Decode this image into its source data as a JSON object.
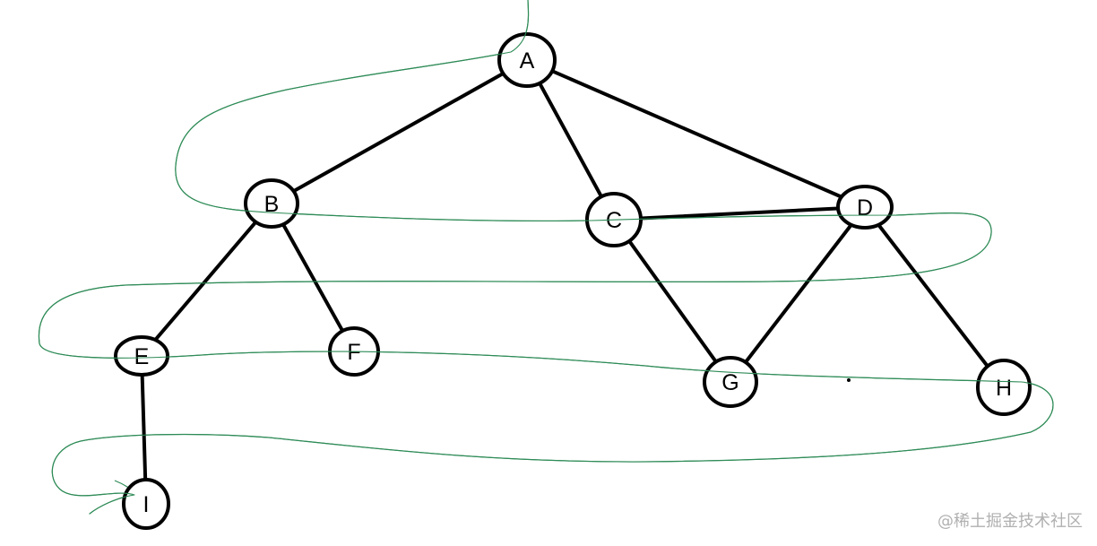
{
  "colors": {
    "edge": "#000000",
    "node_stroke": "#000000",
    "node_fill": "#ffffff",
    "traversal_path": "#2e8b57",
    "watermark": "#b0b0b0"
  },
  "nodes": [
    {
      "id": "A",
      "label": "A"
    },
    {
      "id": "B",
      "label": "B"
    },
    {
      "id": "C",
      "label": "C"
    },
    {
      "id": "D",
      "label": "D"
    },
    {
      "id": "E",
      "label": "E"
    },
    {
      "id": "F",
      "label": "F"
    },
    {
      "id": "G",
      "label": "G"
    },
    {
      "id": "H",
      "label": "H"
    },
    {
      "id": "I",
      "label": "I"
    }
  ],
  "edges": [
    [
      "A",
      "B"
    ],
    [
      "A",
      "C"
    ],
    [
      "A",
      "D"
    ],
    [
      "C",
      "D"
    ],
    [
      "B",
      "E"
    ],
    [
      "B",
      "F"
    ],
    [
      "C",
      "G"
    ],
    [
      "D",
      "G"
    ],
    [
      "D",
      "H"
    ],
    [
      "E",
      "I"
    ]
  ],
  "watermark": "@稀土掘金技术社区"
}
